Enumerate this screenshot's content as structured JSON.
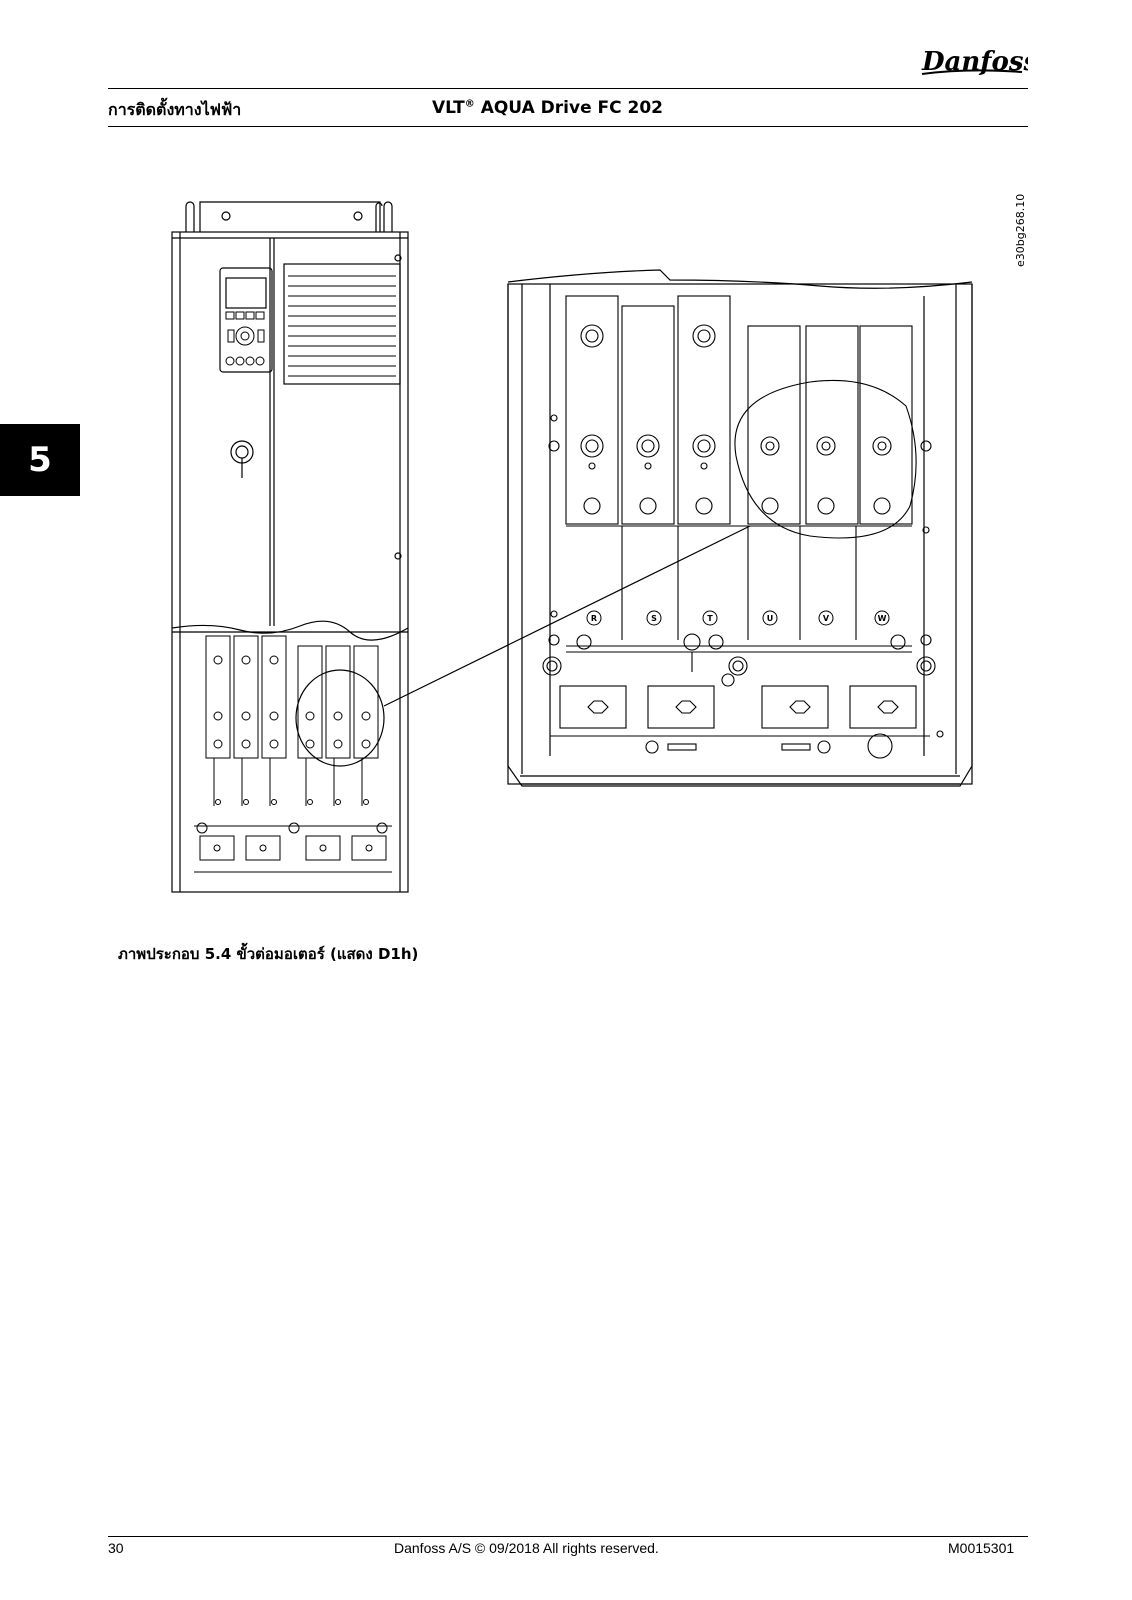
{
  "header": {
    "brand": "Danfoss",
    "section_title": "การติดตั้งทางไฟฟ้า",
    "doc_title_prefix": "VLT",
    "doc_title_reg": "®",
    "doc_title_rest": " AQUA Drive FC 202"
  },
  "chapter_tab": "5",
  "figure": {
    "id": "e30bg268.10",
    "terminal_labels": [
      "R",
      "S",
      "T",
      "U",
      "V",
      "W"
    ],
    "caption_prefix": "ภาพประกอบ",
    "caption_number": "5.4",
    "caption_text": "ขั้วต่อมอเตอร์ (แสดง D1h)"
  },
  "footer": {
    "page_number": "30",
    "copyright": "Danfoss A/S © 09/2018 All rights reserved.",
    "doc_code": "M0015301"
  }
}
